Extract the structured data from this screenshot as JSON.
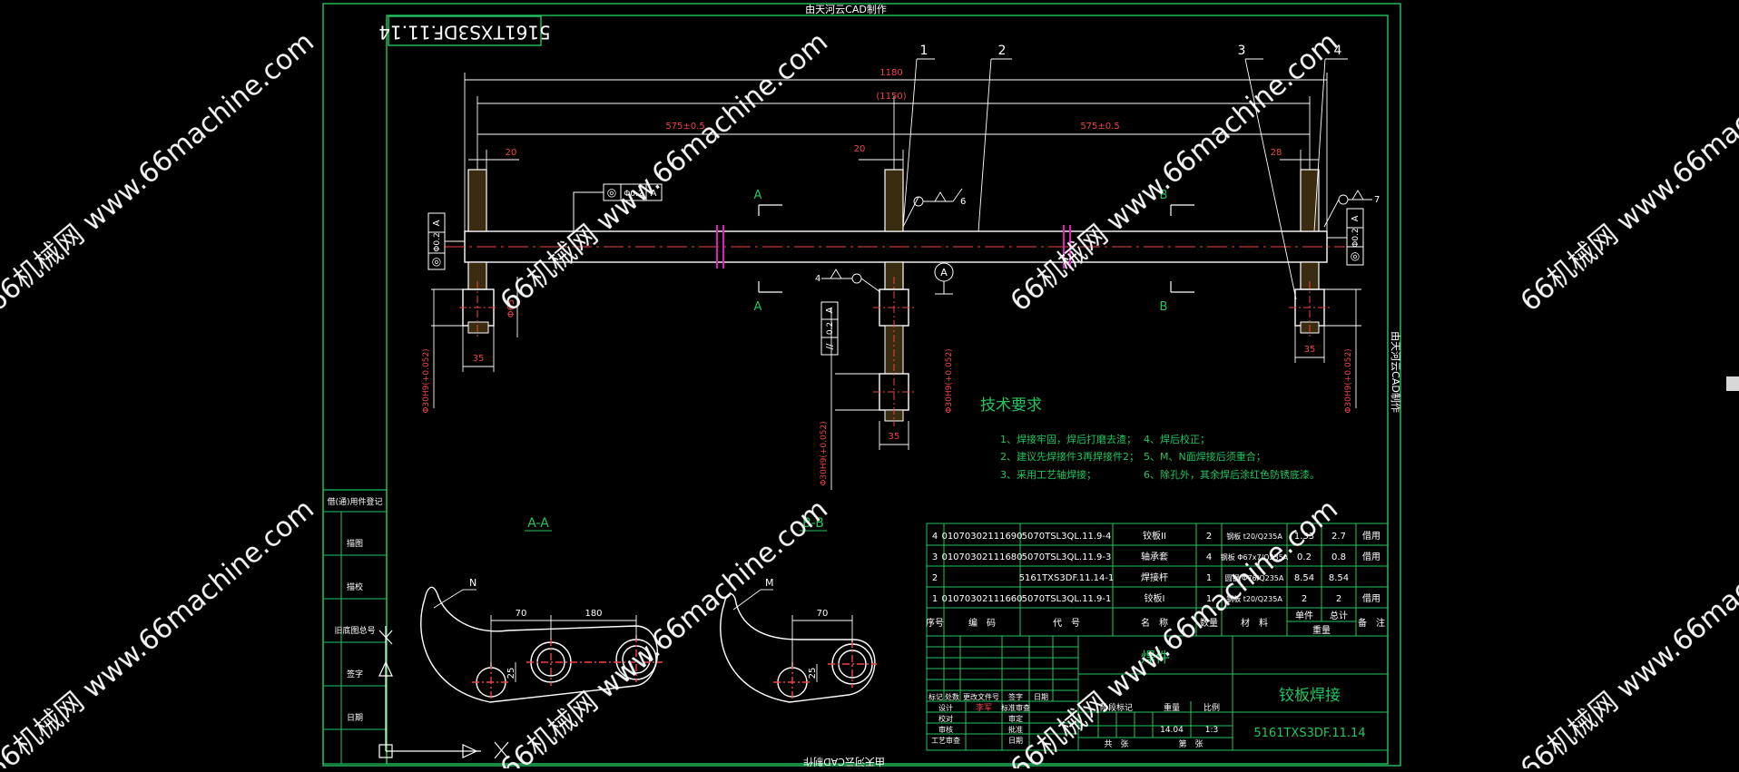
{
  "colors": {
    "background": "#000000",
    "frame": "#22c55e",
    "outline": "#ffffff",
    "dimension": "#ef4444",
    "annotation": "#22c55e",
    "centerline": "#ef4444",
    "magenta": "#e11dbd",
    "watermark": "#ffffff"
  },
  "header_text": "由天河云CAD制作",
  "side_text": "由天河云CAD制作",
  "bottom_text": "由天河云CAD制作",
  "mirror_stamp": "5161TXS3DF.11.14",
  "watermark": "66机械网 www.66machine.com",
  "balloons": [
    "1",
    "2",
    "3",
    "4"
  ],
  "dims": {
    "overall": "1180",
    "inner": "(1150)",
    "left_half": "575±0.5",
    "right_half": "575±0.5",
    "left_20": "20",
    "mid_20": "20",
    "right_20": "28",
    "left_35": "35",
    "right_35": "35",
    "mid_35": "35",
    "phi65": "Φ65",
    "left_hole": "Φ30H9(+0.052)",
    "right_hole": "Φ30H9(+0.052)",
    "mid_hole": "Φ30H9(+0.052)",
    "mid_lower_hole": "Φ30H9(+0.052)",
    "weld_6": "6",
    "weld_4": "4",
    "weld_7": "7",
    "sec_70_a": "70",
    "sec_180": "180",
    "sec_25_a": "25",
    "sec_70_b": "70",
    "sec_25_b": "25"
  },
  "gdt": {
    "left_sym": "◎",
    "left_val": "Φ0.2",
    "left_ref": "A",
    "right_sym": "◎",
    "right_val": "Φ0.2",
    "right_ref": "A",
    "top_sym": "◎",
    "top_val": "Φ0.2",
    "top_ref": "A",
    "mid_sym": "//",
    "mid_val": "0.2",
    "mid_ref": "A",
    "datum": "A"
  },
  "section_marks": {
    "a_top": "A",
    "a_bottom": "A",
    "b_top": "B",
    "b_bottom": "B"
  },
  "section_views": {
    "aa_title": "A-A",
    "bb_title": "B-B",
    "aa_tag": "N",
    "bb_tag": "M"
  },
  "tech": {
    "title": "技术要求",
    "items": [
      "1、焊接牢固，焊后打磨去渣；",
      "2、建议先焊接件3再焊接件2；",
      "3、采用工艺轴焊接；",
      "4、焊后校正；",
      "5、M、N面焊接后须重合；",
      "6、除孔外，其余焊后涂红色防锈底漆。"
    ]
  },
  "bom": {
    "rows": [
      [
        "4",
        "01070302111690",
        "5070TSL3QL.11.9-4",
        "铰板II",
        "2",
        "钢板 t20/Q235A",
        "1.33",
        "2.7",
        "借用"
      ],
      [
        "3",
        "01070302111680",
        "5070TSL3QL.11.9-3",
        "轴承套",
        "4",
        "钢板 Φ67x7/Q235A",
        "0.2",
        "0.8",
        "借用"
      ],
      [
        "2",
        "",
        "5161TXS3DF.11.14-1",
        "焊接杆",
        "1",
        "圆钢 Φ76/Q235A",
        "8.54",
        "8.54",
        ""
      ],
      [
        "1",
        "01070302111660",
        "5070TSL3QL.11.9-1",
        "铰板I",
        "1",
        "钢板 t20/Q235A",
        "2",
        "2",
        "借用"
      ]
    ],
    "header": [
      "序号",
      "编　码",
      "代　号",
      "名　称",
      "数量",
      "材　料",
      "单件",
      "总计",
      "备　注"
    ],
    "weight_label": "重量"
  },
  "title_block": {
    "heading": "焊件",
    "name": "铰板焊接",
    "drawing_no": "5161TXS3DF.11.14",
    "rev_labels": [
      "标记",
      "处数",
      "更改文件号",
      "签字",
      "日期"
    ],
    "roles": [
      "设计",
      "校对",
      "审核",
      "工艺审查"
    ],
    "role_right": [
      "标准审查",
      "审定",
      "批准",
      "日期"
    ],
    "designer_sig": "李军",
    "stage_label": "阶段标记",
    "weight_label": "重量",
    "scale_label": "比例",
    "weight_value": "14.04",
    "scale_value": "1:3",
    "sheet_total": "共　张",
    "sheet_no": "第　张"
  },
  "side_panel": [
    "借(通)用件登记",
    "描图",
    "描校",
    "旧底图总号",
    "签字",
    "日期"
  ]
}
